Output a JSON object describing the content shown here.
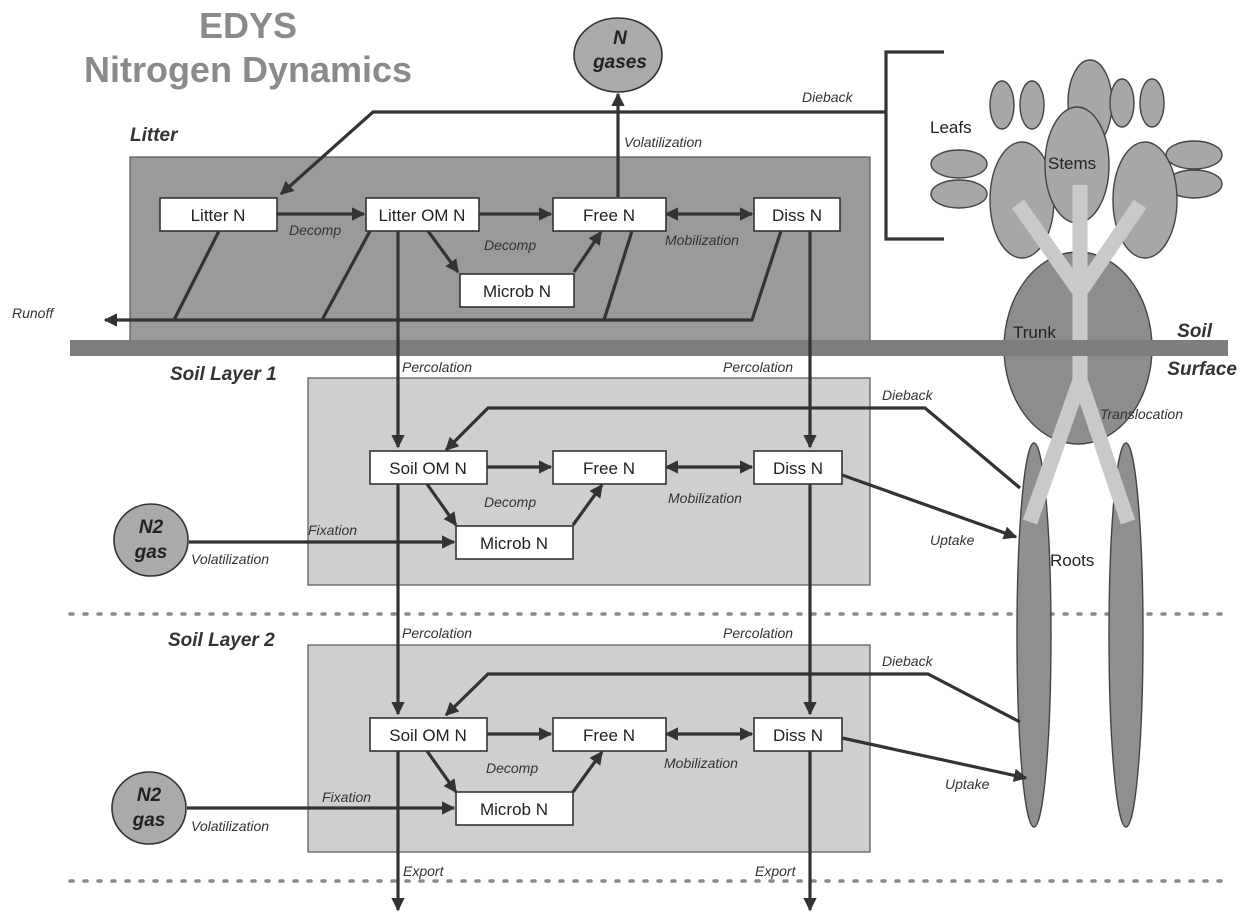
{
  "title": {
    "line1": "EDYS",
    "line2": "Nitrogen Dynamics"
  },
  "gases": {
    "n_gases_1": "N",
    "n_gases_2": "gases",
    "n2_1": "N2",
    "n2_2": "gas"
  },
  "sections": {
    "litter": "Litter",
    "soil1": "Soil Layer 1",
    "soil2": "Soil Layer 2",
    "soil_surface_1": "Soil",
    "soil_surface_2": "Surface"
  },
  "boxes": {
    "litter_n": "Litter N",
    "litter_om_n": "Litter OM N",
    "free_n": "Free N",
    "diss_n": "Diss N",
    "microb_n": "Microb N",
    "soil_om_n": "Soil OM N"
  },
  "labels": {
    "decomp": "Decomp",
    "mobilization": "Mobilization",
    "volatilization": "Volatilization",
    "dieback": "Dieback",
    "runoff": "Runoff",
    "percolation": "Percolation",
    "fixation": "Fixation",
    "uptake": "Uptake",
    "translocation": "Translocation",
    "export": "Export"
  },
  "plant": {
    "leafs": "Leafs",
    "stems": "Stems",
    "trunk": "Trunk",
    "roots": "Roots"
  },
  "colors": {
    "litter_panel": "#9a9a9c",
    "soil_panel": "#cfcfd1",
    "surface_bar": "#7e7e80",
    "leaf": "#a7a7a9",
    "trunk": "#8d8d8f",
    "root": "#8f8f91",
    "stem": "#c9c9cb"
  }
}
